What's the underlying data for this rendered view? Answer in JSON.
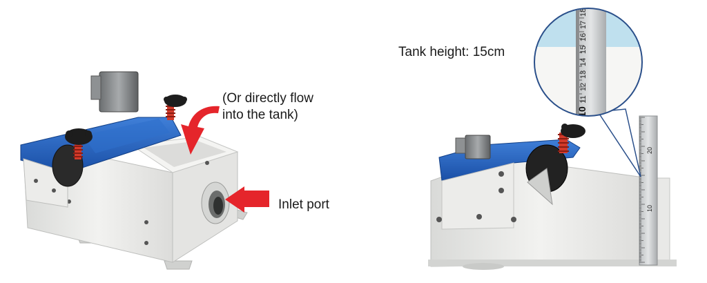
{
  "labels": {
    "flow_line1": "(Or directly flow",
    "flow_line2": "into the tank)",
    "inlet_port": "Inlet port",
    "tank_height": "Tank height: 15cm"
  },
  "ruler_zoom_marks": [
    "10",
    "11",
    "12",
    "13",
    "14",
    "15",
    "16",
    "17",
    "18"
  ],
  "ruler_side_marks": [
    "10",
    "20"
  ],
  "icons": {
    "callout_arrow": "curved-arrow-icon",
    "inlet_arrow": "right-arrow-icon",
    "zoom_callout": "magnifier-callout"
  },
  "colors": {
    "arrow_red": "#e5252b",
    "machine_blue": "#1f5fbf",
    "machine_body": "#ececea",
    "ruler_blue": "#bfe0ee"
  }
}
